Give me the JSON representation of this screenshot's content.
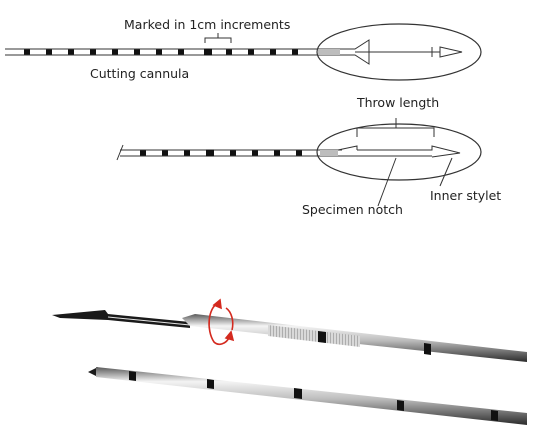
{
  "labels": {
    "increments": "Marked in 1cm increments",
    "cutting_cannula": "Cutting cannula",
    "throw_length": "Throw length",
    "specimen_notch": "Specimen notch",
    "inner_stylet": "Inner stylet"
  },
  "colors": {
    "line": "#333333",
    "mark": "#111111",
    "tip_fill": "#bdbdbd",
    "rotation_arrow": "#d42a1f",
    "photo_dark": "#1a1a1a",
    "photo_light": "#e6e6e6"
  }
}
